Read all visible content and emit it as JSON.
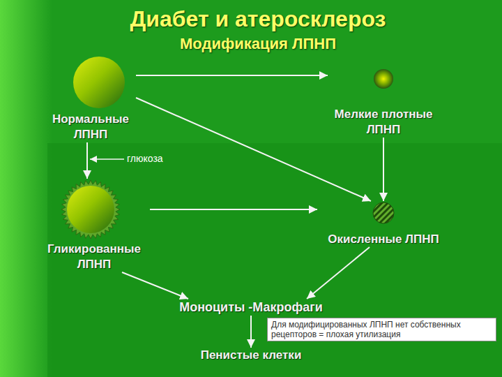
{
  "diagram": {
    "title": "Диабет и атеросклероз",
    "nodes": [
      {
        "text": [
          "Нормальные ЛПНП"
        ]
      },
      {
        "text": [
          "Мелкие плотные ЛПНП"
        ]
      },
      {
        "text": [
          "Гликированные ЛПНП"
        ]
      },
      {
        "text": [
          "Окисленные ЛПНП"
        ]
      },
      {
        "text": [
          "Моноциты -Макрофаги"
        ]
      },
      {
        "text": [
          "Для модифицированных ЛПНП нет собственных рецепторов = плохая утилизация"
        ]
      },
      {
        "text": [
          "Пенистые клетки"
        ]
      }
    ],
    "edges": [
      {
        "from": 0,
        "to": 1,
        "arrow": "to"
      },
      {
        "from": 0,
        "to": 3,
        "arrow": "to"
      },
      {
        "from": 0,
        "to": 2,
        "label": "глюкоза",
        "arrow": "to"
      },
      {
        "from": 1,
        "to": 3,
        "arrow": "to"
      },
      {
        "from": 2,
        "to": 3,
        "arrow": "to"
      },
      {
        "from": 2,
        "to": 4,
        "arrow": "to"
      },
      {
        "from": 3,
        "to": 4,
        "arrow": "to"
      },
      {
        "from": 4,
        "to": 6,
        "arrow": "to"
      }
    ],
    "labels": [
      "Модификация ЛПНП"
    ]
  }
}
